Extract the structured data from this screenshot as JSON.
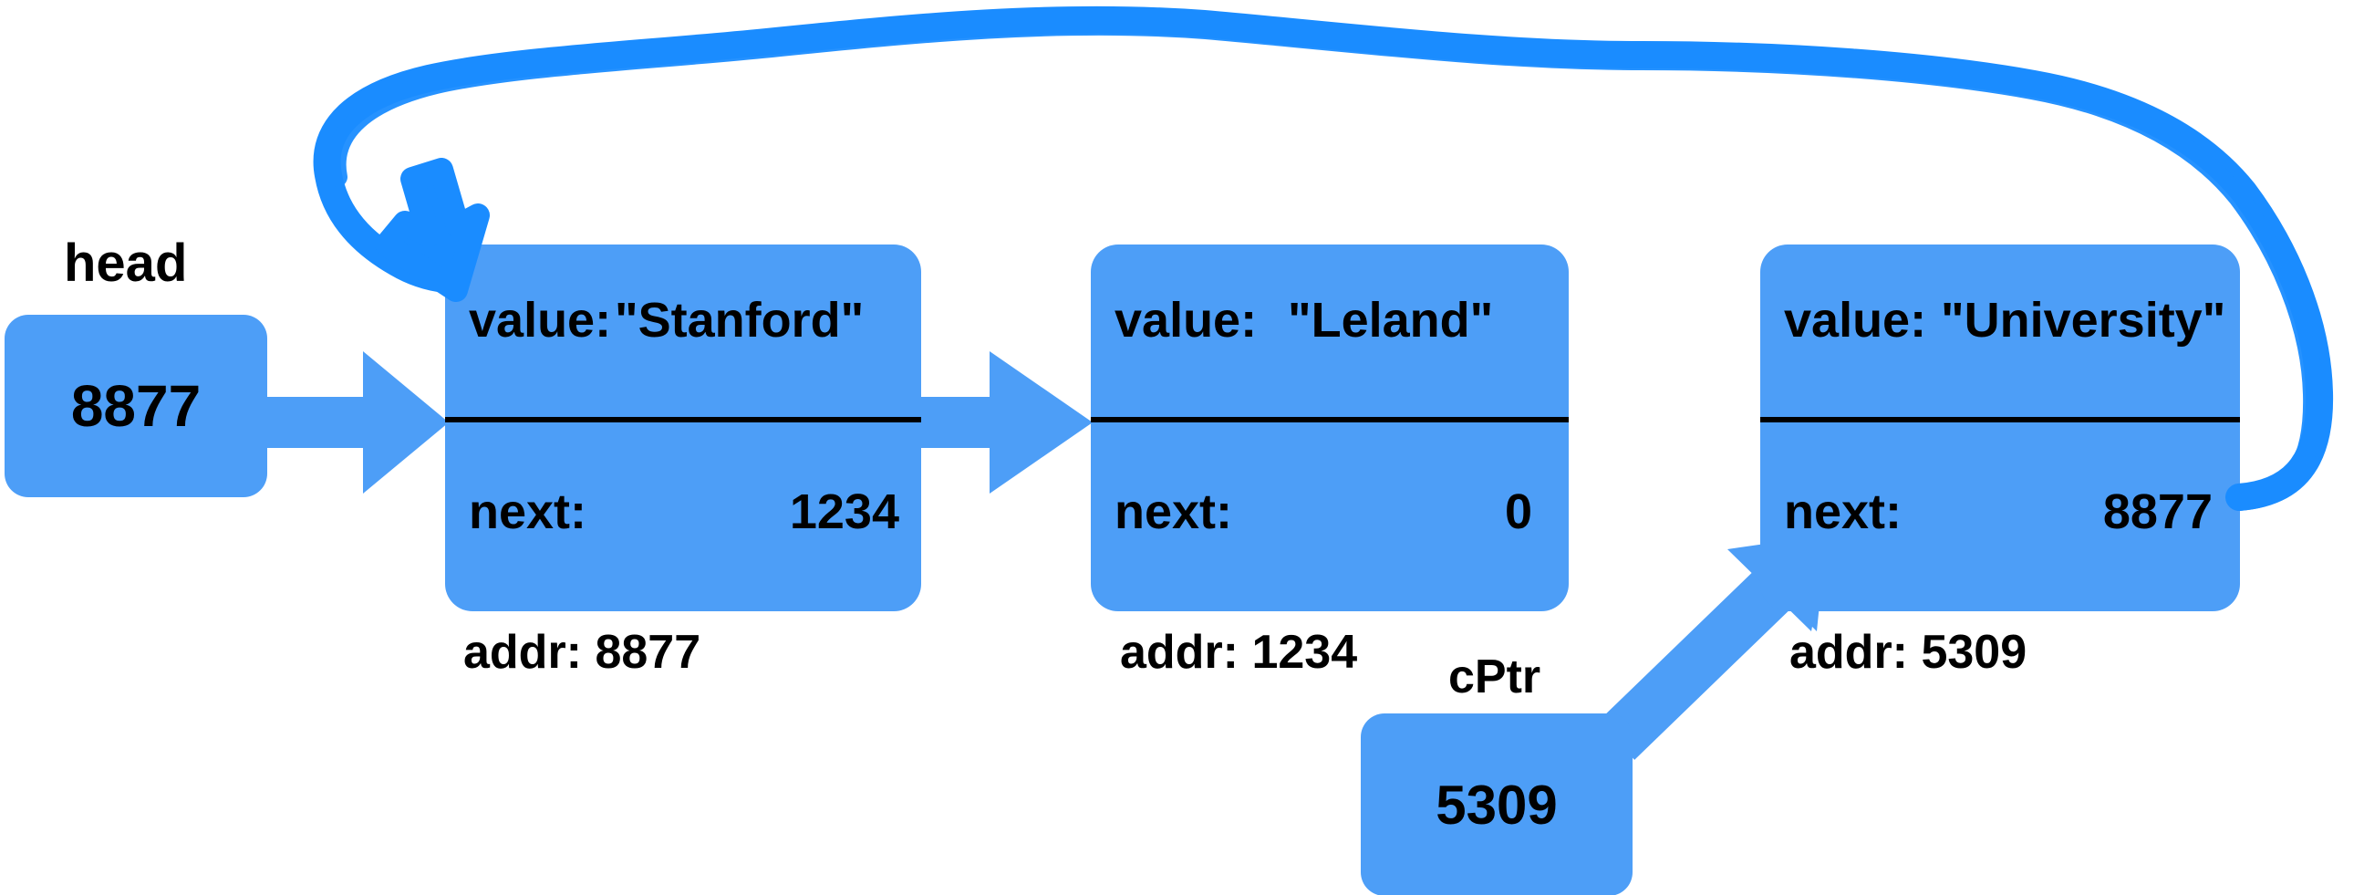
{
  "diagram": {
    "title": "Linked list with head pointer, cPtr pointer and a cyclic next reference",
    "colors": {
      "node_fill": "#4d9ef7",
      "arrow_fill": "#4d9ef7",
      "loop_stroke": "#1a8cff",
      "text": "#000000",
      "divider": "#000000",
      "background": "#ffffff"
    }
  },
  "pointers": [
    {
      "name": "head",
      "label": "head",
      "value": "8877"
    },
    {
      "name": "cPtr",
      "label": "cPtr",
      "value": "5309"
    }
  ],
  "nodes": [
    {
      "id": "node-stanford",
      "value_key": "value:",
      "value": "\"Stanford\"",
      "next_key": "next:",
      "next": "1234",
      "addr_label": "addr: 8877"
    },
    {
      "id": "node-leland",
      "value_key": "value:",
      "value": "\"Leland\"",
      "next_key": "next:",
      "next": "0",
      "addr_label": "addr: 1234"
    },
    {
      "id": "node-university",
      "value_key": "value:",
      "value": "\"University\"",
      "next_key": "next:",
      "next": "8877",
      "addr_label": "addr: 5309"
    }
  ],
  "arrows": [
    {
      "name": "head-to-node1",
      "from": "head",
      "to": "node-stanford",
      "style": "straight"
    },
    {
      "name": "node1-to-node2",
      "from": "node-stanford",
      "to": "node-leland",
      "style": "straight"
    },
    {
      "name": "cptr-to-node3",
      "from": "cPtr",
      "to": "node-university",
      "style": "diagonal"
    },
    {
      "name": "node3-next-to-node1",
      "from": "node-university",
      "to": "node-stanford",
      "style": "curved-loop"
    }
  ]
}
